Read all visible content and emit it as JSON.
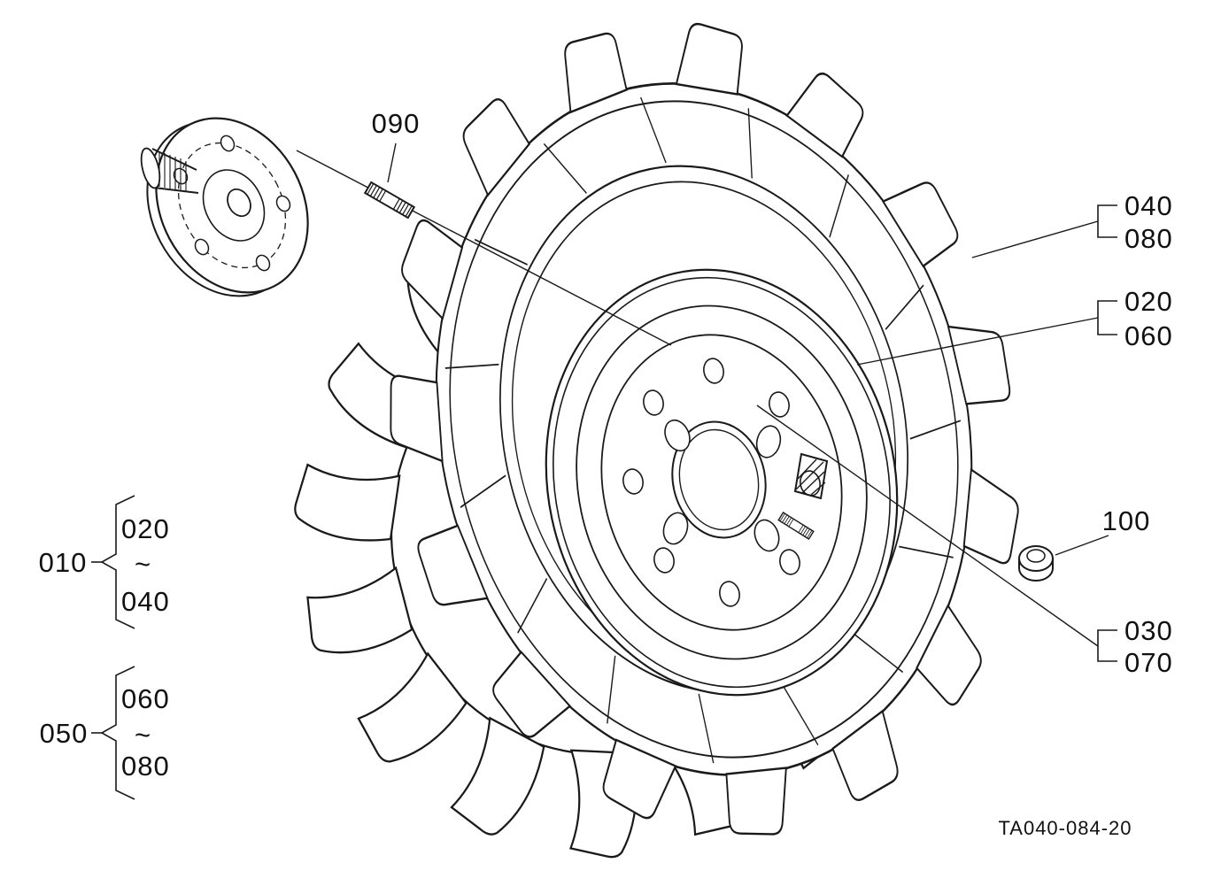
{
  "colors": {
    "line": "#1a1a1a",
    "text": "#111111",
    "background": "#ffffff"
  },
  "callouts": {
    "stud": "090",
    "tire": {
      "a": "040",
      "b": "080"
    },
    "rim": {
      "a": "020",
      "b": "060"
    },
    "nut": "100",
    "hardware": {
      "a": "030",
      "b": "070"
    },
    "group1": {
      "label": "010",
      "from": "020",
      "tilde": "~",
      "to": "040"
    },
    "group2": {
      "label": "050",
      "from": "060",
      "tilde": "~",
      "to": "080"
    }
  },
  "footer": {
    "drawing_number": "TA040-084-20"
  }
}
